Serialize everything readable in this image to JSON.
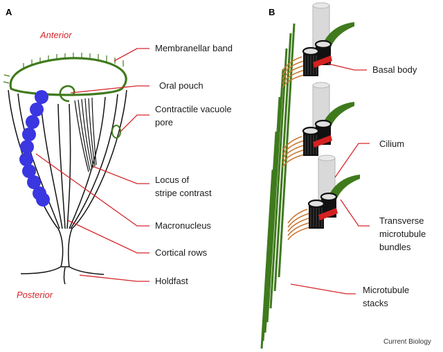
{
  "panel_a": {
    "letter": "A",
    "anterior": "Anterior",
    "posterior": "Posterior",
    "labels": {
      "membranellar_band": "Membranellar band",
      "oral_pouch": "Oral pouch",
      "contractile_line1": "Contractile vacuole",
      "contractile_line2": "pore",
      "locus_line1": "Locus of",
      "locus_line2": "stripe contrast",
      "macronucleus": "Macronucleus",
      "cortical_rows": "Cortical rows",
      "holdfast": "Holdfast"
    }
  },
  "panel_b": {
    "letter": "B",
    "labels": {
      "basal_body": "Basal body",
      "cilium": "Cilium",
      "transverse_line1": "Transverse",
      "transverse_line2": "microtubule",
      "transverse_line3": "bundles",
      "stacks_line1": "Microtubule",
      "stacks_line2": "stacks"
    }
  },
  "credit": "Current Biology",
  "colors": {
    "label_accent": "#d6262b",
    "band_green": "#3f7a1d",
    "nucleus_blue": "#3a36e0",
    "transverse_red": "#d42020",
    "rootlet_orange": "#c8762e",
    "cilium_gray": "#d9d9d9"
  }
}
